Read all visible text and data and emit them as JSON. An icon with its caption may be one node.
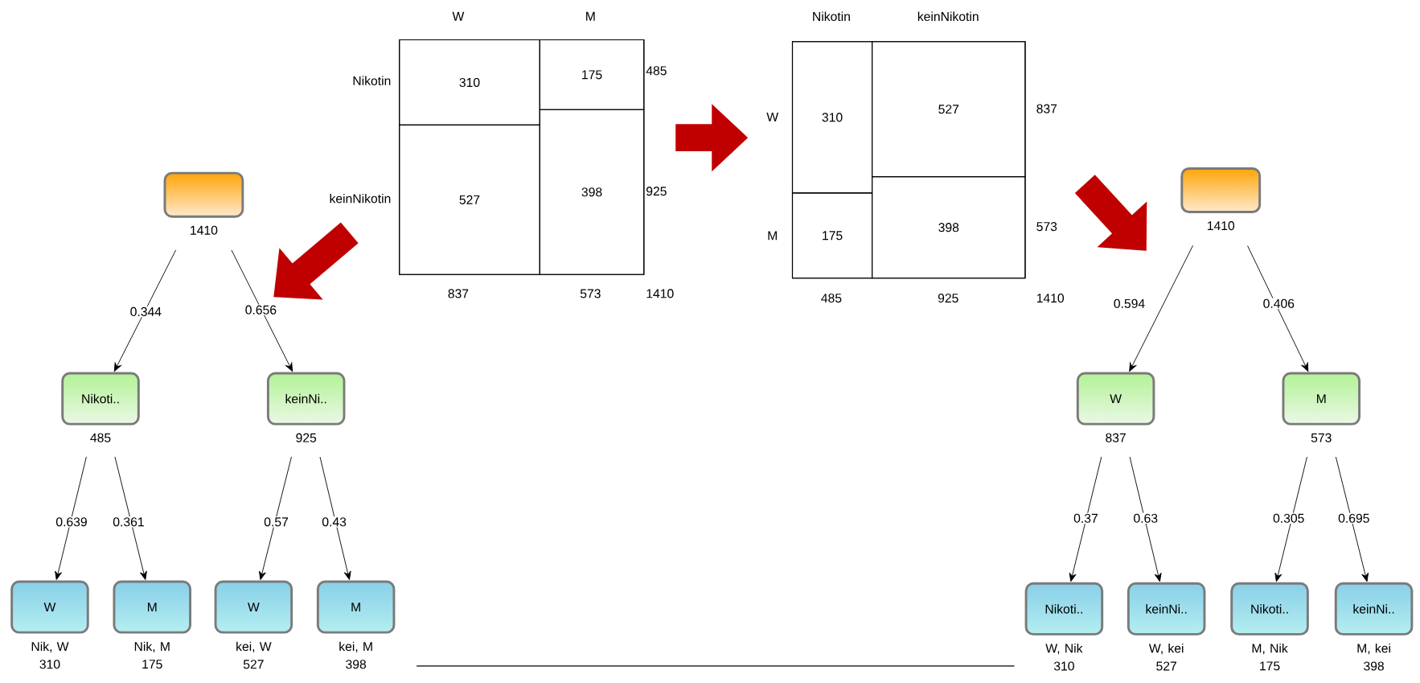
{
  "diagram": {
    "nodes": [
      {
        "text": [],
        "shape": "box"
      },
      {
        "text": [
          "310"
        ],
        "in": 0
      },
      {
        "text": [
          "175"
        ],
        "in": 0
      },
      {
        "text": [
          "527"
        ],
        "in": 0
      },
      {
        "text": [
          "398"
        ],
        "in": 0
      },
      {
        "text": [],
        "shape": "box"
      },
      {
        "text": [
          "310"
        ],
        "in": 5
      },
      {
        "text": [
          "527"
        ],
        "in": 5
      },
      {
        "text": [
          "175"
        ],
        "in": 5
      },
      {
        "text": [
          "398"
        ],
        "in": 5
      },
      {
        "text": [],
        "shape": "box",
        "beside": [
          "1410"
        ]
      },
      {
        "text": [
          "Nikoti.."
        ],
        "beside": [
          "485"
        ]
      },
      {
        "text": [
          "keinNi.."
        ],
        "beside": [
          "925"
        ]
      },
      {
        "text": [
          "W"
        ],
        "beside": [
          "Nik, W",
          "310"
        ]
      },
      {
        "text": [
          "M"
        ],
        "beside": [
          "Nik, M",
          "175"
        ]
      },
      {
        "text": [
          "W"
        ],
        "beside": [
          "kei, W",
          "527"
        ]
      },
      {
        "text": [
          "M"
        ],
        "beside": [
          "kei, M",
          "398"
        ]
      },
      {
        "text": [],
        "shape": "box",
        "beside": [
          "1410"
        ]
      },
      {
        "text": [
          "W"
        ],
        "beside": [
          "837"
        ]
      },
      {
        "text": [
          "M"
        ],
        "beside": [
          "573"
        ]
      },
      {
        "text": [
          "Nikoti.."
        ],
        "beside": [
          "W, Nik",
          "310"
        ]
      },
      {
        "text": [
          "keinNi.."
        ],
        "beside": [
          "W, kei",
          "527"
        ]
      },
      {
        "text": [
          "Nikoti.."
        ],
        "beside": [
          "M, Nik",
          "175"
        ]
      },
      {
        "text": [
          "keinNi.."
        ],
        "beside": [
          "M, kei",
          "398"
        ]
      }
    ],
    "edges": [
      {
        "from": 0,
        "to": 5,
        "arrow": "to",
        "style": "thick",
        "color": "#c00000"
      },
      {
        "from": 0,
        "to": 10,
        "arrow": "to",
        "style": "thick",
        "color": "#c00000"
      },
      {
        "from": 5,
        "to": 17,
        "arrow": "to",
        "style": "thick",
        "color": "#c00000"
      },
      {
        "from": 10,
        "to": 11,
        "arrow": "to",
        "label": "0.344"
      },
      {
        "from": 10,
        "to": 12,
        "arrow": "to",
        "label": "0.656"
      },
      {
        "from": 11,
        "to": 13,
        "arrow": "to",
        "label": "0.639"
      },
      {
        "from": 11,
        "to": 14,
        "arrow": "to",
        "label": "0.361"
      },
      {
        "from": 12,
        "to": 15,
        "arrow": "to",
        "label": "0.57"
      },
      {
        "from": 12,
        "to": 16,
        "arrow": "to",
        "label": "0.43"
      },
      {
        "from": 17,
        "to": 18,
        "arrow": "to",
        "label": "0.594"
      },
      {
        "from": 17,
        "to": 19,
        "arrow": "to",
        "label": "0.406"
      },
      {
        "from": 18,
        "to": 20,
        "arrow": "to",
        "label": "0.37"
      },
      {
        "from": 18,
        "to": 21,
        "arrow": "to",
        "label": "0.63"
      },
      {
        "from": 19,
        "to": 22,
        "arrow": "to",
        "label": "0.305"
      },
      {
        "from": 19,
        "to": 23,
        "arrow": "to",
        "label": "0.695"
      }
    ],
    "labels": [
      "W",
      "M",
      "Nikotin",
      "485",
      "keinNikotin",
      "925",
      "837",
      "573",
      "1410",
      "Nikotin",
      "keinNikotin",
      "W",
      "837",
      "M",
      "573",
      "485",
      "925",
      "1410"
    ]
  }
}
